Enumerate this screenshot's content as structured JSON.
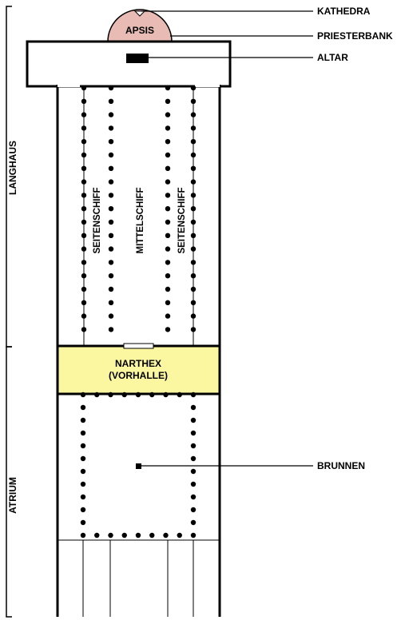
{
  "labels": {
    "kathedra": "KATHEDRA",
    "priesterbank": "PRIESTERBANK",
    "altar": "ALTAR",
    "apsis": "APSIS",
    "brunnen": "BRUNNEN",
    "narthex_line1": "NARTHEX",
    "narthex_line2": "(VORHALLE)",
    "langhaus": "LANGHAUS",
    "atrium": "ATRIUM",
    "seitenschiff": "SEITENSCHIFF",
    "mittelschiff": "MITTELSCHIFF"
  },
  "colors": {
    "apse_fill": "#e8bcb4",
    "narthex_fill": "#fbf7a0",
    "line": "#000000"
  }
}
